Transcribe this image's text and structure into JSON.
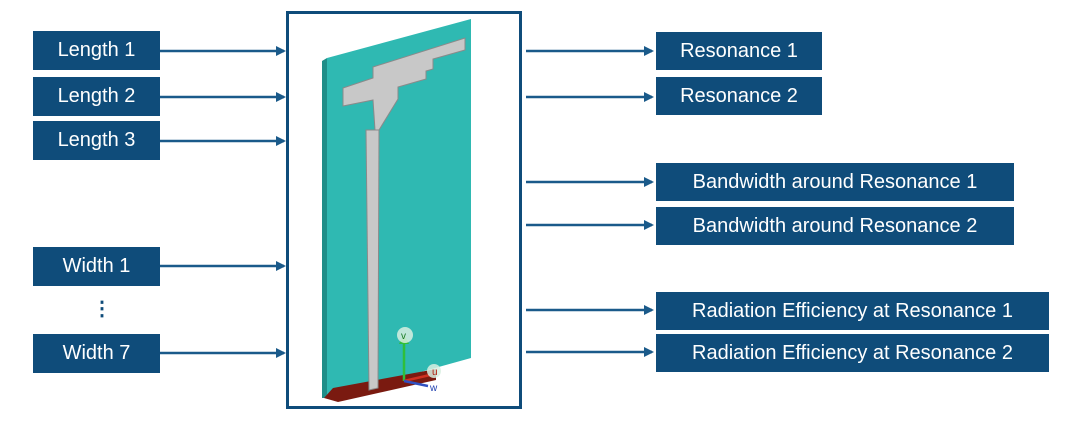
{
  "inputs": [
    {
      "label": "Length 1"
    },
    {
      "label": "Length 2"
    },
    {
      "label": "Length 3"
    },
    {
      "label": "Width 1"
    },
    {
      "label": "Width 7"
    }
  ],
  "ellipsis": "⋮",
  "outputs": [
    {
      "label": "Resonance 1"
    },
    {
      "label": "Resonance 2"
    },
    {
      "label": "Bandwidth around Resonance 1"
    },
    {
      "label": "Bandwidth around Resonance 2"
    },
    {
      "label": "Radiation Efficiency at Resonance  1"
    },
    {
      "label": "Radiation Efficiency at Resonance  2"
    }
  ],
  "axes": {
    "v": "v",
    "u": "u",
    "w": "w"
  },
  "colors": {
    "box_fill": "#0f4c7a",
    "arrow": "#1a5a8a",
    "substrate": "#2fb9b2",
    "substrate_side": "#1f8e88",
    "patch": "#c8c8c8",
    "ground": "#7a1a10"
  }
}
